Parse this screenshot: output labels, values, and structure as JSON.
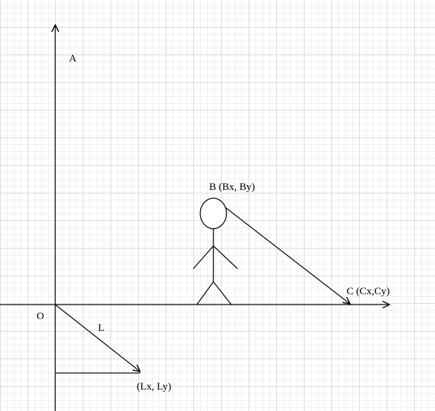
{
  "diagram": {
    "labels": {
      "axis_top": "A",
      "origin": "O",
      "vector": "L",
      "vector_end": "(Lx, Ly)",
      "head_point": "B (Bx, By)",
      "target_point": "C (Cx,Cy)"
    },
    "colors": {
      "line": "#000000",
      "grid_major": "#d9d9d9",
      "grid_minor": "#efefef",
      "background": "#ffffff"
    },
    "icons": [
      "stick-figure-icon"
    ]
  }
}
